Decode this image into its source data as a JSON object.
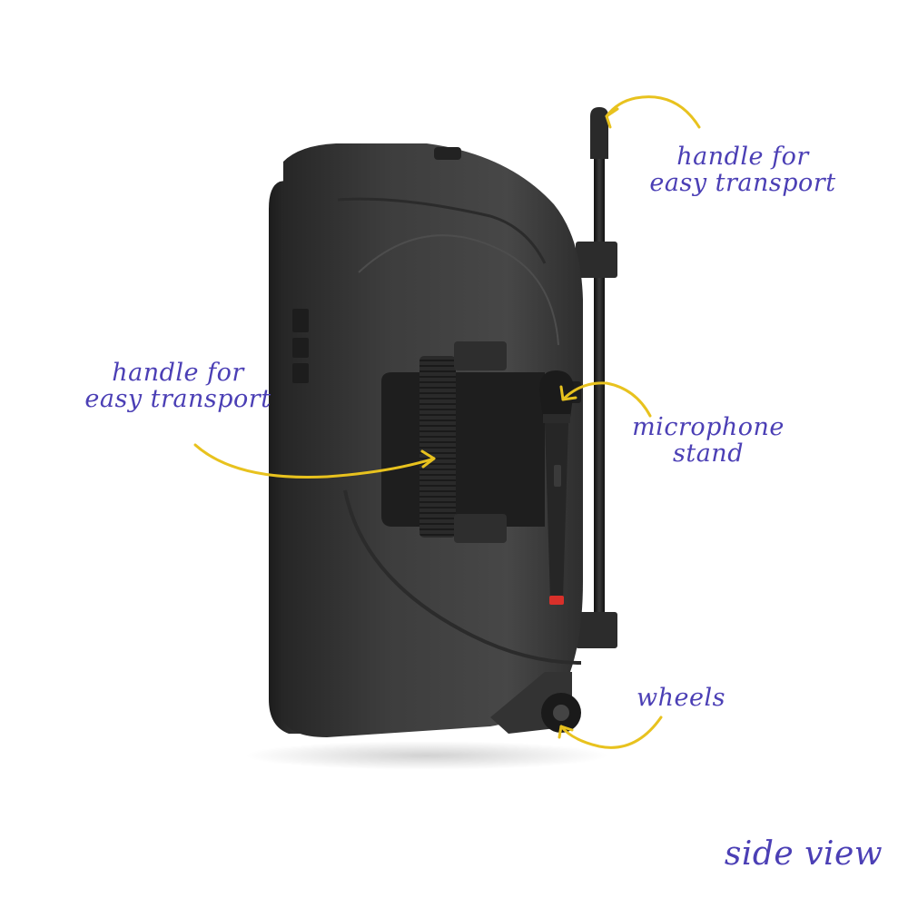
{
  "annotations": {
    "top_handle": {
      "line1": "handle for",
      "line2": "easy transport"
    },
    "side_handle": {
      "line1": "handle for",
      "line2": "easy transport"
    },
    "microphone": {
      "line1": "microphone",
      "line2": "stand"
    },
    "wheels": {
      "label": "wheels"
    },
    "view": {
      "label": "side view"
    }
  },
  "colors": {
    "annotation_text": "#4b3fb5",
    "arrow": "#e8c21e",
    "speaker_body": "#3a3a3a",
    "background": "#ffffff"
  }
}
